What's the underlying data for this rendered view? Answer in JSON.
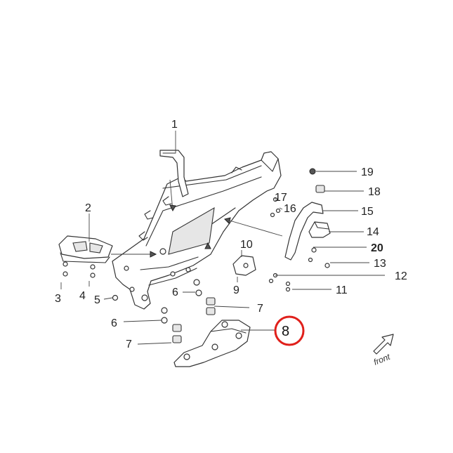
{
  "diagram": {
    "callouts": [
      "1",
      "2",
      "3",
      "4",
      "5",
      "6",
      "7",
      "6",
      "7",
      "8",
      "9",
      "10",
      "11",
      "12",
      "13",
      "14",
      "15",
      "16",
      "17",
      "18",
      "19",
      "20"
    ],
    "highlighted_callout": "8",
    "highlight_color": "#e0201b",
    "direction_label": "front"
  }
}
